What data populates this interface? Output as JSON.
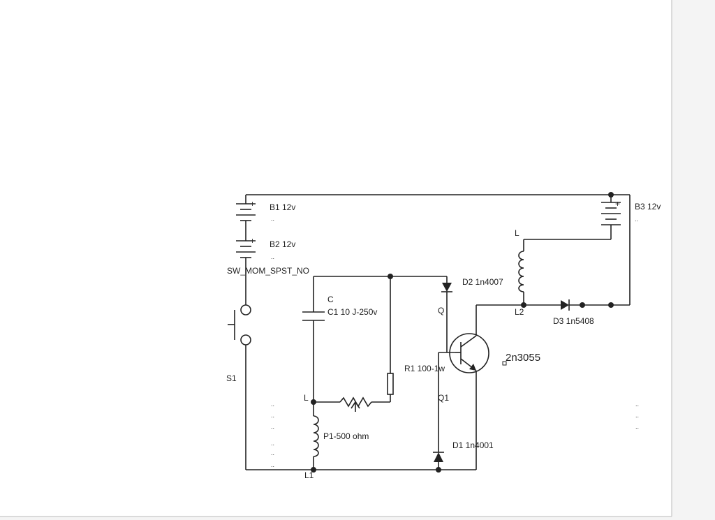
{
  "labels": {
    "b1": "B1 12v",
    "b2": "B2 12v",
    "b3": "B3 12v",
    "switch_type": "SW_MOM_SPST_NO",
    "s1": "S1",
    "c_ref": "C",
    "c1": "C1 10 J-250v",
    "p1": "P1-500 ohm",
    "l_top": "L",
    "l1": "L1",
    "r1": "R1 100-1w",
    "q": "Q",
    "q1": "Q1",
    "transistor": "2n3055",
    "d1": "D1 1n4001",
    "d2": "D2 1n4007",
    "d3": "D3 1n5408",
    "l_right": "L",
    "l2": "L2",
    "plus": "+",
    "dots": ".."
  },
  "colors": {
    "background": "#f4f4f4",
    "paper": "#ffffff",
    "ink": "#222222"
  }
}
